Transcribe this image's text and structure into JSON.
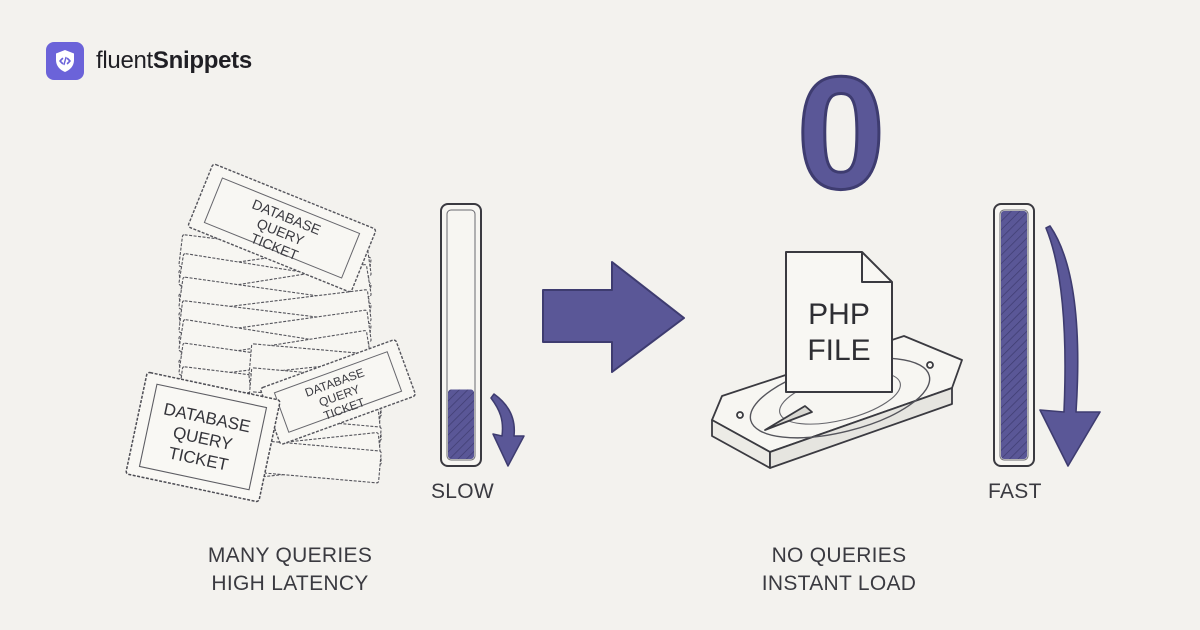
{
  "brand": {
    "prefix": "fluent",
    "suffix": "Snippets"
  },
  "left": {
    "ticket_top": [
      "DATABASE",
      "QUERY",
      "TICKET"
    ],
    "ticket_front": [
      "DATABASE",
      "QUERY",
      "TICKET"
    ],
    "ticket_right": [
      "DATABASE",
      "QUERY",
      "TICKET"
    ],
    "speed_label": "SLOW",
    "speed_fill": 0.28,
    "caption_line1": "MANY QUERIES",
    "caption_line2": "HIGH LATENCY"
  },
  "right": {
    "query_count": "0",
    "file_line1": "PHP",
    "file_line2": "FILE",
    "speed_label": "FAST",
    "speed_fill": 1.0,
    "caption_line1": "NO QUERIES",
    "caption_line2": "INSTANT LOAD"
  },
  "colors": {
    "accent": "#5a5797",
    "accent_dark": "#3e3c70",
    "brand": "#6b63d9",
    "ink": "#3a3a40",
    "paper": "#f3f2ee"
  },
  "icons": {
    "brand": "code-shield-icon",
    "flow": "arrow-right-icon",
    "drop": "arrow-down-icon"
  }
}
